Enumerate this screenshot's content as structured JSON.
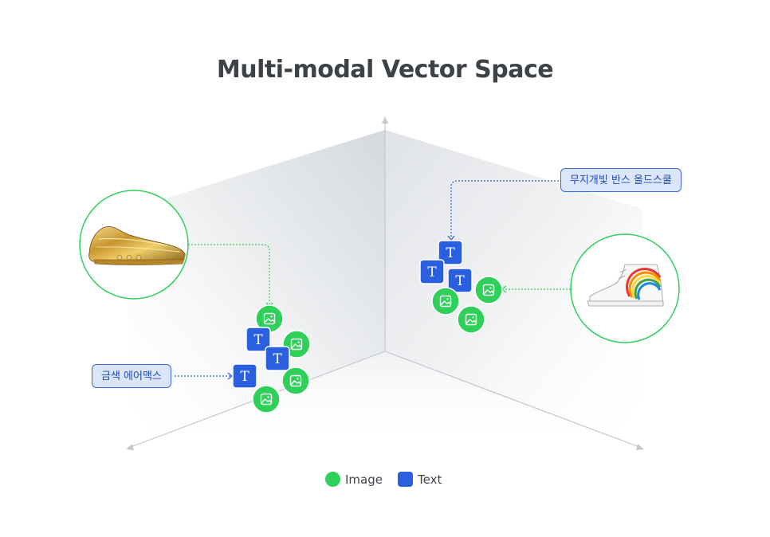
{
  "title": "Multi-modal Vector Space",
  "callouts": {
    "left": "금색 에어맥스",
    "right": "무지개빛 반스 올드스쿨"
  },
  "icons": {
    "text_glyph": "T",
    "image_icon": "image-icon",
    "left_photo": "gold-sneaker-photo",
    "right_photo": "rainbow-sneaker-photo"
  },
  "legend": [
    {
      "label": "Image",
      "shape": "circle",
      "color": "#2ed05a"
    },
    {
      "label": "Text",
      "shape": "square",
      "color": "#2a5fe0"
    }
  ],
  "colors": {
    "image_marker": "#2ed05a",
    "text_marker": "#2a5fe0",
    "callout_border": "#3d6ad8",
    "callout_fill": "#dbe6fb",
    "leader_line_image": "#2ed05a",
    "leader_line_text": "#2a5fe0"
  }
}
